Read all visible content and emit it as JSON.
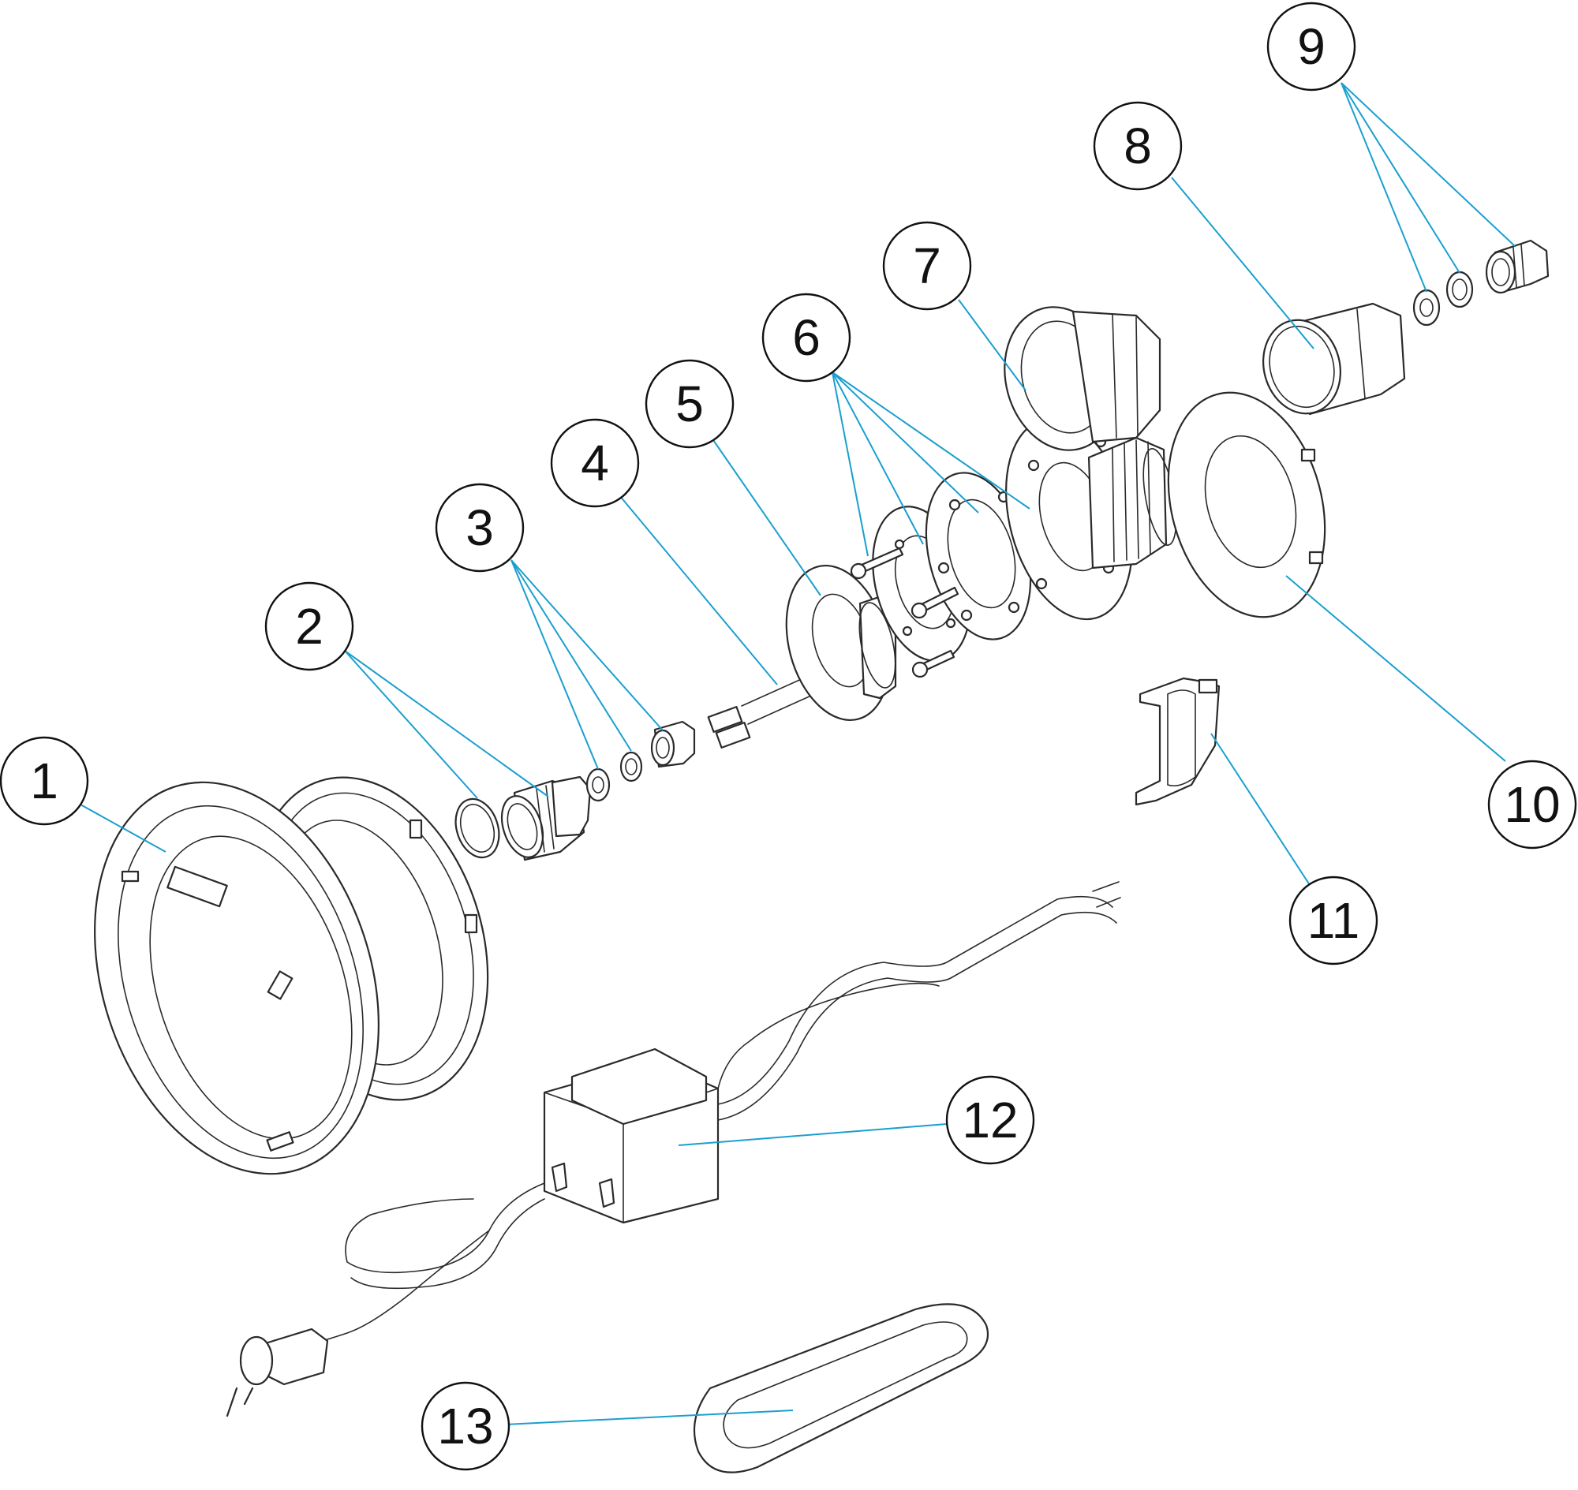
{
  "callouts": [
    {
      "number": "1"
    },
    {
      "number": "2"
    },
    {
      "number": "3"
    },
    {
      "number": "4"
    },
    {
      "number": "5"
    },
    {
      "number": "6"
    },
    {
      "number": "7"
    },
    {
      "number": "8"
    },
    {
      "number": "9"
    },
    {
      "number": "10"
    },
    {
      "number": "11"
    },
    {
      "number": "12"
    },
    {
      "number": "13"
    }
  ],
  "colors": {
    "leader_line": "#1a9fcf",
    "outline": "#2a2a2a",
    "background": "#ffffff"
  }
}
